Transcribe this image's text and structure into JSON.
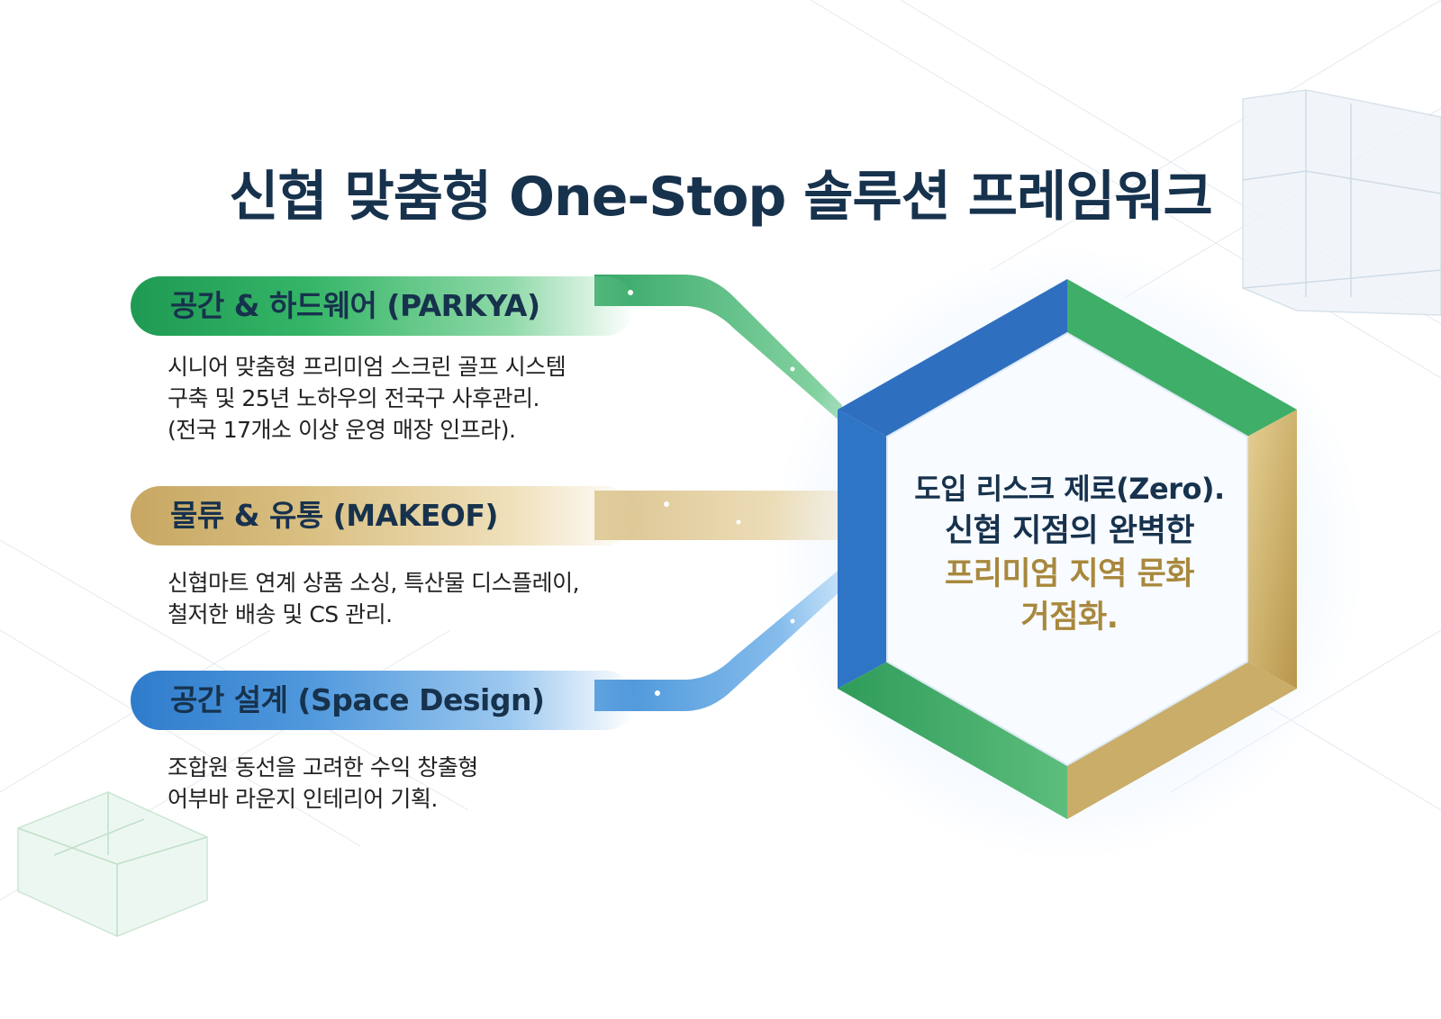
{
  "title": "신협 맞춤형 One-Stop 솔루션 프레임워크",
  "pillars": [
    {
      "label": "공간 & 하드웨어 (PARKYA)",
      "color": "#27a35c",
      "lines": [
        "시니어 맞춤형 프리미엄 스크린 골프 시스템",
        "구축 및 25년 노하우의 전국구 사후관리.",
        "(전국 17개소 이상 운영 매장 인프라)."
      ]
    },
    {
      "label": "물류 & 유통 (MAKEOF)",
      "color": "#cfb170",
      "lines": [
        "신협마트 연계 상품 소싱, 특산물 디스플레이,",
        "철저한 배송 및 CS 관리."
      ]
    },
    {
      "label": "공간 설계 (Space Design)",
      "color": "#3a88d3",
      "lines": [
        "조합원 동선을 고려한 수익 창출형",
        "어부바 라운지 인테리어 기획."
      ]
    }
  ],
  "center": {
    "lines": [
      "도입 리스크 제로(Zero).",
      "신협 지점의 완벽한",
      "프리미엄 지역 문화",
      "거점화."
    ],
    "dark_color": "#17324d",
    "accent_color": "#a8883d"
  },
  "colors": {
    "green": "#27a35c",
    "gold": "#c9a95f",
    "blue": "#2f7ccc",
    "navy": "#17324d"
  }
}
